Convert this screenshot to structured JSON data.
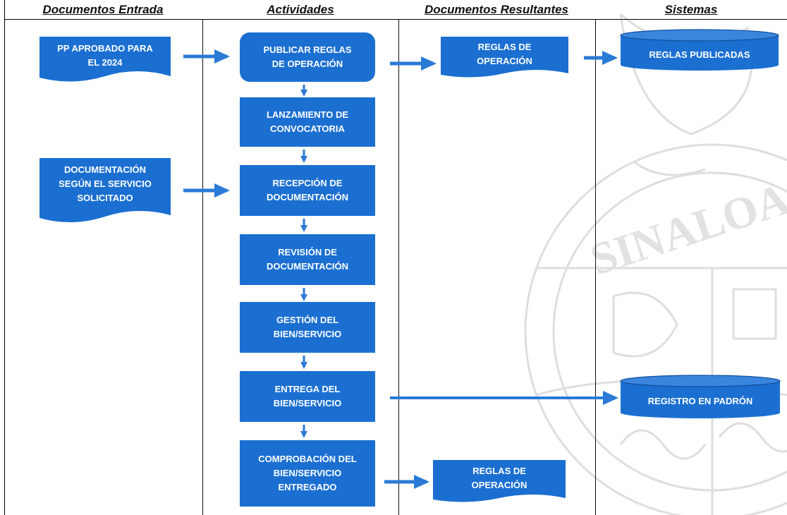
{
  "headers": {
    "col1": "Documentos Entrada",
    "col2": "Actividades",
    "col3": "Documentos Resultantes",
    "col4": "Sistemas"
  },
  "inputs": {
    "pp_aprobado": "PP APROBADO PARA\nEL 2024",
    "documentacion": "DOCUMENTACIÓN\nSEGÚN EL SERVICIO\nSOLICITADO"
  },
  "activities": {
    "publicar": "PUBLICAR REGLAS\nDE OPERACIÓN",
    "lanzamiento": "LANZAMIENTO DE\nCONVOCATORIA",
    "recepcion": "RECEPCIÓN DE\nDOCUMENTACIÓN",
    "revision": "REVISIÓN DE\nDOCUMENTACIÓN",
    "gestion": "GESTIÓN DEL\nBIEN/SERVICIO",
    "entrega": "ENTREGA DEL\nBIEN/SERVICIO",
    "comprobacion": "COMPROBACIÓN DEL\nBIEN/SERVICIO\nENTREGADO"
  },
  "outputs": {
    "reglas_1": "REGLAS DE\nOPERACIÓN",
    "reglas_2": "REGLAS DE\nOPERACIÓN"
  },
  "systems": {
    "reglas_publicadas": "REGLAS PUBLICADAS",
    "registro_padron": "REGISTRO EN PADRÓN"
  },
  "watermark_text": "SINALOA",
  "colors": {
    "shape_fill": "#1b6fd1",
    "arrow": "#2a7ad6",
    "watermark": "#d9d9d9"
  }
}
